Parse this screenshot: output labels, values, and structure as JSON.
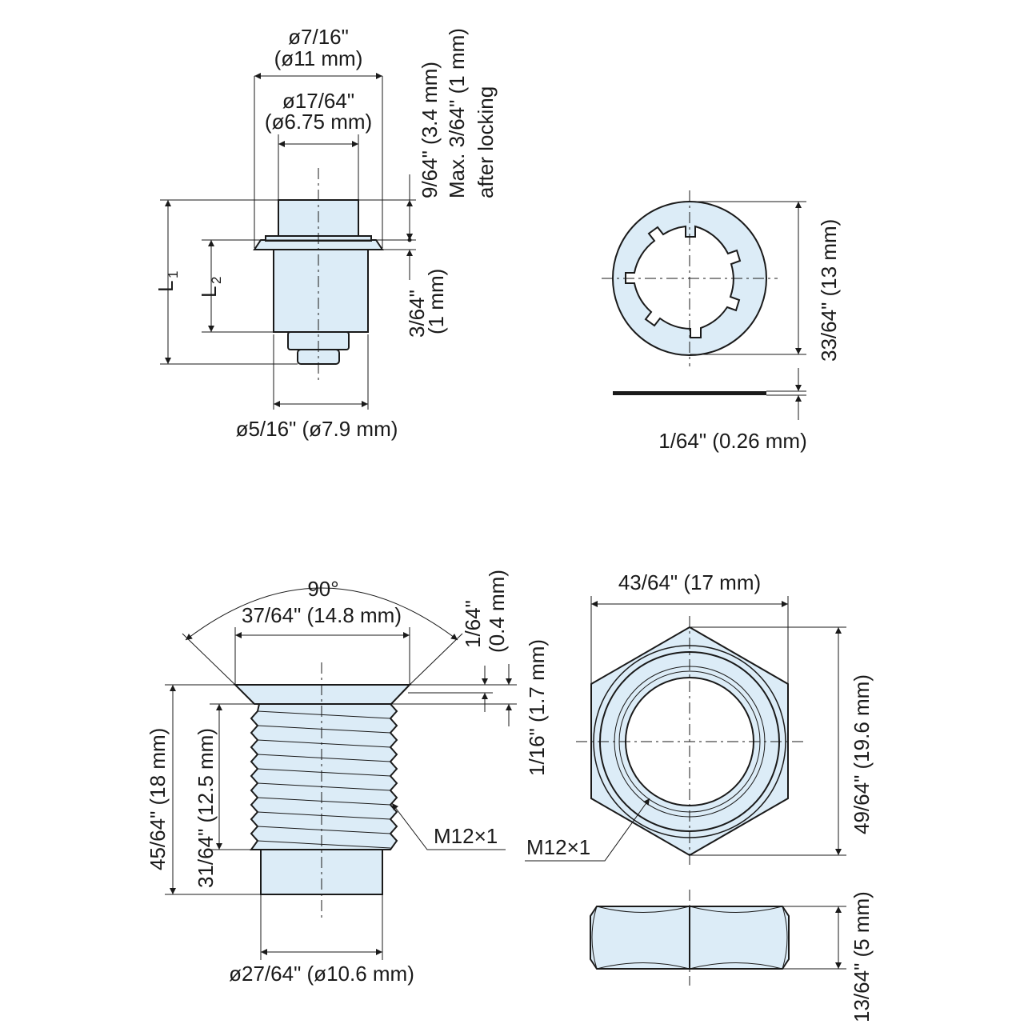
{
  "views": {
    "pushbutton_side": {
      "dim_head_outer": {
        "line1": "ø7/16\"",
        "line2": "(ø11 mm)"
      },
      "dim_head_inner": {
        "line1": "ø17/64\"",
        "line2": "(ø6.75 mm)"
      },
      "dim_stroke": "9/64\" (3.4 mm)",
      "dim_stroke_note": {
        "line1": "Max. 3/64\" (1 mm)",
        "line2": "after locking"
      },
      "dim_flange": {
        "line1": "3/64\"",
        "line2": "(1 mm)"
      },
      "dim_l1": {
        "letter": "L",
        "sub": "1"
      },
      "dim_l2": {
        "letter": "L",
        "sub": "2"
      },
      "dim_body": "ø5/16\" (ø7.9 mm)"
    },
    "lock_washer": {
      "dim_diameter": "33/64\" (13 mm)",
      "dim_thickness": "1/64\" (0.26 mm)"
    },
    "housing_side": {
      "dim_angle": "90°",
      "dim_head": "37/64\" (14.8 mm)",
      "dim_head_lip": {
        "line1": "1/64\"",
        "line2": "(0.4 mm)"
      },
      "dim_head_height": "1/16\" (1.7 mm)",
      "dim_total_length": "45/64\" (18 mm)",
      "dim_thread_length": "31/64\" (12.5 mm)",
      "thread_label": "M12×1",
      "dim_body": "ø27/64\" (ø10.6 mm)"
    },
    "hex_nut": {
      "dim_width_flats": "43/64\" (17 mm)",
      "dim_width_corners": "49/64\" (19.6 mm)",
      "thread_label": "M12×1",
      "dim_height": "13/64\" (5 mm)"
    }
  }
}
